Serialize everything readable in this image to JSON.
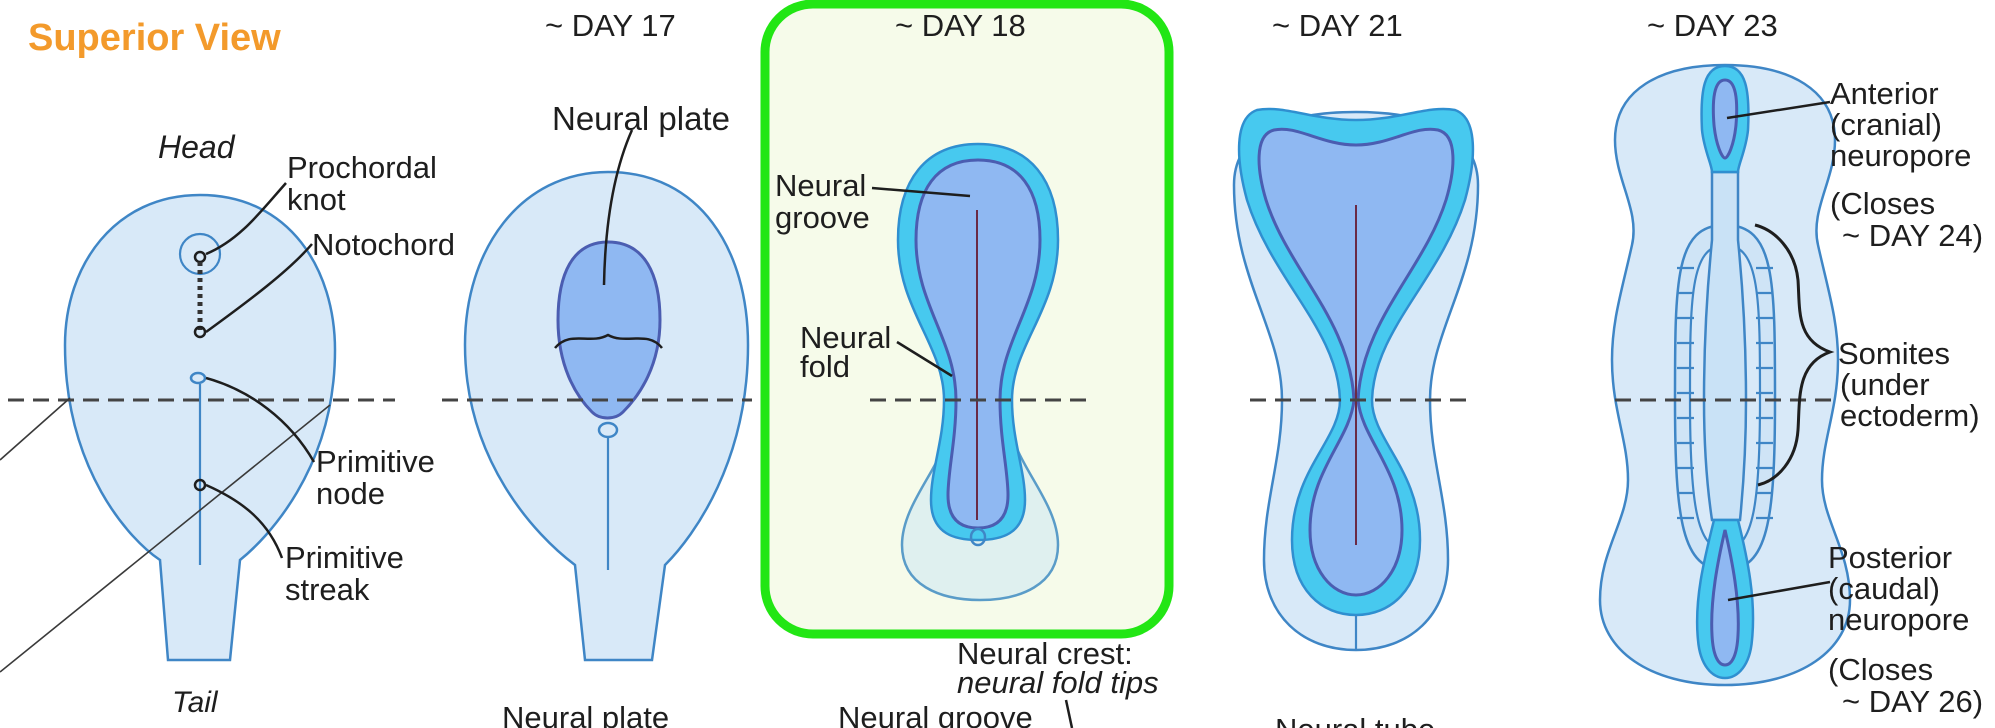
{
  "header": {
    "view_label": "Superior View"
  },
  "stages": [
    {
      "day": "~ DAY 17"
    },
    {
      "day": "~ DAY 18"
    },
    {
      "day": "~ DAY 21"
    },
    {
      "day": "~ DAY 23"
    }
  ],
  "panel1": {
    "head": "Head",
    "tail": "Tail",
    "prochordal_1": "Prochordal",
    "prochordal_2": "knot",
    "notochord": "Notochord",
    "primitive_node_1": "Primitive",
    "primitive_node_2": "node",
    "primitive_streak_1": "Primitive",
    "primitive_streak_2": "streak"
  },
  "panel2": {
    "neural_plate": "Neural plate",
    "bottom_cut": "Neural plate"
  },
  "panel3": {
    "groove_1": "Neural",
    "groove_2": "groove",
    "fold_1": "Neural",
    "fold_2": "fold",
    "crest_1": "Neural crest:",
    "crest_2": "neural fold tips",
    "bottom_cut": "Neural groove"
  },
  "panel4": {
    "bottom_cut": "Neural tube"
  },
  "panel5": {
    "anterior": [
      "Anterior",
      "(cranial)",
      "neuropore",
      "(Closes",
      "~ DAY 24)"
    ],
    "somites": [
      "Somites",
      "(under",
      "ectoderm)"
    ],
    "posterior": [
      "Posterior",
      "(caudal)",
      "neuropore",
      "(Closes",
      "~ DAY 26)"
    ]
  },
  "colors": {
    "highlight_border": "#22e614",
    "highlight_fill": "#f6fbea",
    "title": "#f39a2b",
    "embryo_fill": "#d8e9f8",
    "neural_plate": "#8fb8f2",
    "neural_fold": "#47c9ef"
  }
}
